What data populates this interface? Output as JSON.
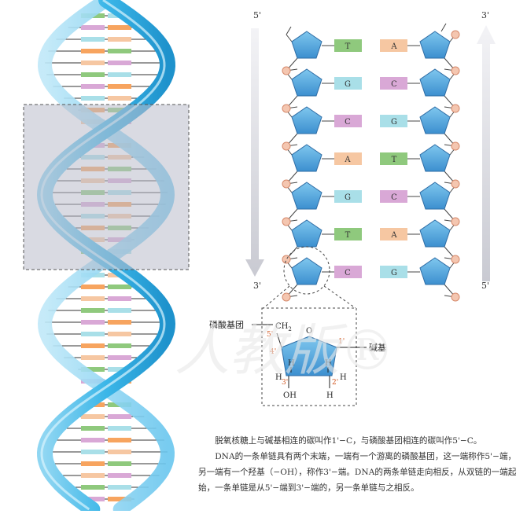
{
  "ladder": {
    "pairs": [
      {
        "left": "T",
        "right": "A"
      },
      {
        "left": "G",
        "right": "C"
      },
      {
        "left": "C",
        "right": "G"
      },
      {
        "left": "A",
        "right": "T"
      },
      {
        "left": "G",
        "right": "C"
      },
      {
        "left": "T",
        "right": "A"
      },
      {
        "left": "C",
        "right": "G"
      }
    ],
    "left_strand": {
      "top_label": "5'",
      "bottom_label": "3'"
    },
    "right_strand": {
      "top_label": "3'",
      "bottom_label": "5'"
    }
  },
  "base_colors": {
    "T": "#8fc97d",
    "A": "#f6c7a2",
    "G": "#a9dfe8",
    "C": "#d9a8d6"
  },
  "sugar_detail": {
    "phosphate_label": "磷酸基团",
    "base_label": "碱基",
    "ch2": "CH",
    "ch2_sub": "2",
    "ring_o": "O",
    "h": "H",
    "oh": "OH",
    "c5": "5'",
    "c4": "4'",
    "c3": "3'",
    "c2": "2'",
    "c1": "1'"
  },
  "watermark": "人教版®",
  "caption": {
    "p1": "脱氧核糖上与碱基相连的碳叫作1'−C，与磷酸基团相连的碳叫作5'−C。",
    "p2": "DNA的一条单链具有两个末端，一端有一个游离的磷酸基团，这一端称作5'−端，另一端有一个羟基（−OH），称作3'−端。DNA的两条单链走向相反，从双链的一端起始，一条单链是从5'−端到3'−端的，另一条单链与之相反。"
  }
}
